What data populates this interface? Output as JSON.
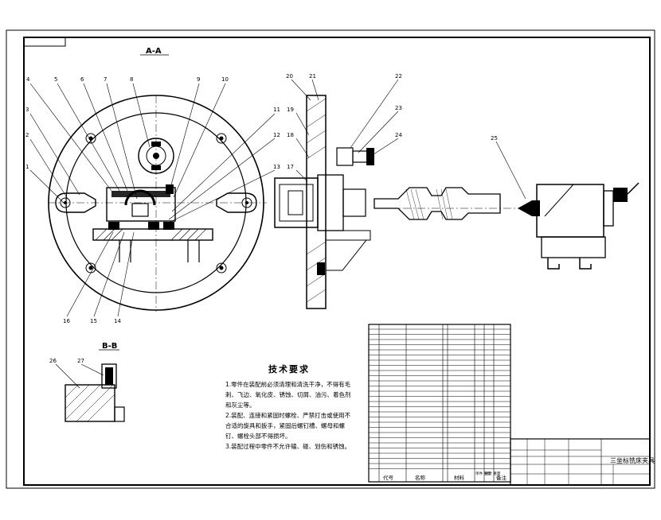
{
  "views": {
    "section_aa": "A-A",
    "section_bb": "B-B"
  },
  "callouts_aa": [
    "4",
    "5",
    "6",
    "7",
    "8",
    "9",
    "10",
    "3",
    "2",
    "1",
    "11",
    "12",
    "13",
    "16",
    "15",
    "14"
  ],
  "callouts_side": [
    "20",
    "21",
    "19",
    "18",
    "17",
    "22",
    "23",
    "24",
    "25"
  ],
  "callouts_bb": [
    "26",
    "27"
  ],
  "technical_requirements": {
    "title": "技术要求",
    "items": [
      "1.零件在装配前必须清理和清洗干净，不得有毛刺、飞边、氧化皮、锈蚀、切屑、油污、着色剂和灰尘等。",
      "2.装配、连接和紧固时螺栓、严禁打击或使用不合适的旋具和扳手，紧固后螺钉槽、螺母和螺钉、螺栓头部不得损坏。",
      "3.装配过程中零件不允许磕、碰、划伤和锈蚀。"
    ]
  },
  "parts_table": {
    "headers": [
      "代号",
      "名称",
      "材料",
      "单件 重量",
      "总计 重量",
      "备注"
    ]
  },
  "title_block": {
    "name": "三坐标铣床夹具"
  }
}
